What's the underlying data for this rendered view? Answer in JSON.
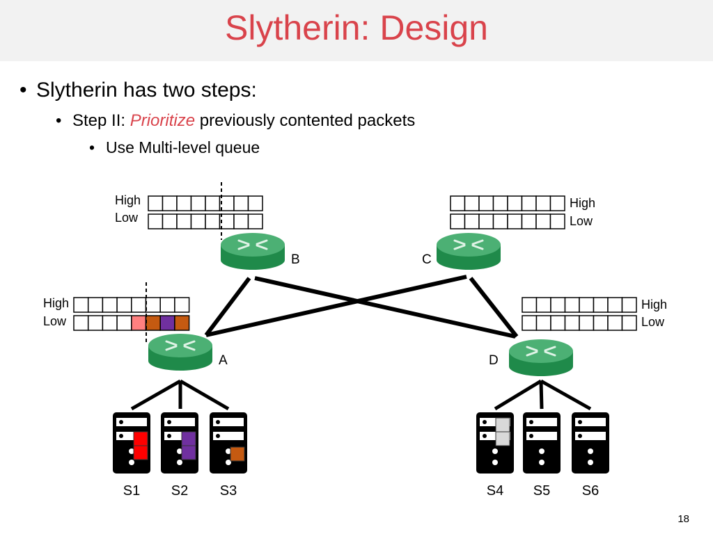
{
  "title": "Slytherin: Design",
  "bullets": {
    "level1": "Slytherin has two steps:",
    "level2_prefix": "Step II: ",
    "level2_emphasis": "Prioritize",
    "level2_suffix": " previously contented packets",
    "level3": "Use Multi-level queue",
    "bullet_char": "•"
  },
  "queue_labels": {
    "high": "High",
    "low": "Low"
  },
  "routers": [
    {
      "id": "A",
      "label": "A"
    },
    {
      "id": "B",
      "label": "B"
    },
    {
      "id": "C",
      "label": "C"
    },
    {
      "id": "D",
      "label": "D"
    }
  ],
  "servers": [
    {
      "id": "S1",
      "label": "S1",
      "packet_color": "#ff0000"
    },
    {
      "id": "S2",
      "label": "S2",
      "packet_color": "#7030a0"
    },
    {
      "id": "S3",
      "label": "S3",
      "packet_color": "#c55a11"
    },
    {
      "id": "S4",
      "label": "S4",
      "packet_color": "#d9d9d9"
    },
    {
      "id": "S5",
      "label": "S5"
    },
    {
      "id": "S6",
      "label": "S6"
    }
  ],
  "router_A_low_queue_packets": [
    "#ff8080",
    "#c55a11",
    "#7030a0",
    "#c55a11"
  ],
  "colors": {
    "title": "#d9434b",
    "router_top": "#4cb074",
    "router_side": "#1f8a4a"
  },
  "slide_number": "18"
}
